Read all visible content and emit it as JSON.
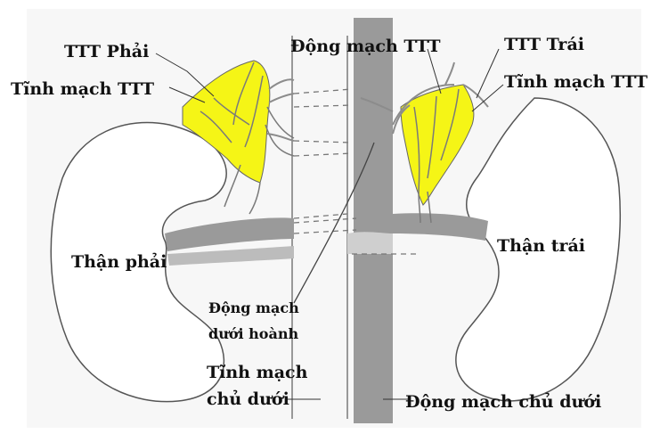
{
  "labels": {
    "ttt_phai": "TTT Phải",
    "tinh_mach_ttt_left": "Tĩnh mạch TTT",
    "dong_mach_ttt": "Động mạch TTT",
    "ttt_trai": "TTT Trái",
    "tinh_mach_ttt_right": "Tĩnh mạch TTT",
    "than_phai": "Thận phải",
    "than_trai": "Thận trái",
    "dong_mach_duoi_hoanh_1": "Động mạch",
    "dong_mach_duoi_hoanh_2": "dưới hoành",
    "tinh_mach_chu_duoi_1": "Tĩnh mạch",
    "tinh_mach_chu_duoi_2": "chủ dưới",
    "dong_mach_chu_duoi": "Động mạch chủ dưới"
  },
  "colors": {
    "gland": "#f5f516",
    "vessel": "#9a9a9a",
    "vessel_light": "#bcbcbc",
    "outline": "#707070",
    "background": "#ffffff"
  }
}
